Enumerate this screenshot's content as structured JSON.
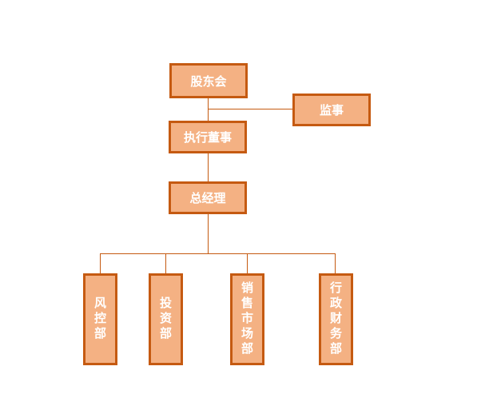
{
  "org_chart": {
    "nodes": {
      "shareholders": "股东会",
      "supervisor": "监事",
      "executive_director": "执行董事",
      "general_manager": "总经理",
      "risk_control": "风控部",
      "investment": "投资部",
      "sales_marketing": "销售市场部",
      "admin_finance": "行政财务部"
    },
    "colors": {
      "box_fill": "#f4b183",
      "box_border": "#c55a11",
      "connector": "#c55a11",
      "text": "#ffffff"
    }
  }
}
